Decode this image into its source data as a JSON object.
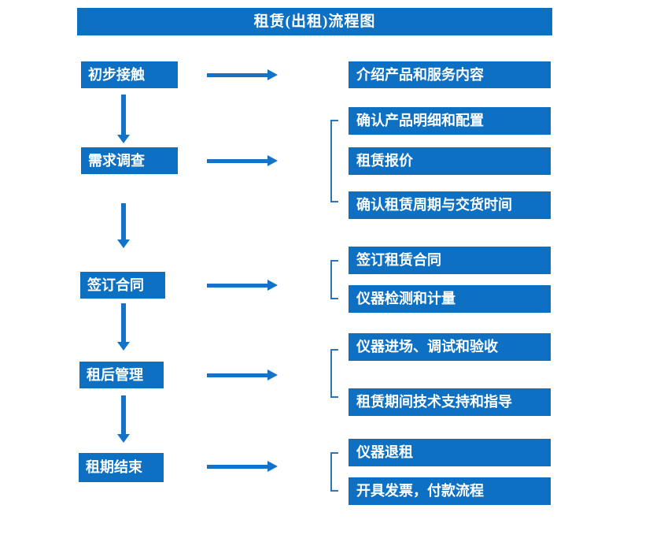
{
  "title": "租赁(出租)流程图",
  "colors": {
    "box_blue": "#0d70c2",
    "arrow_blue": "#1373cb",
    "bracket_blue": "#2e75b6",
    "text_white": "#ffffff"
  },
  "steps": [
    {
      "label": "初步接触",
      "outputs": [
        "介绍产品和服务内容"
      ]
    },
    {
      "label": "需求调查",
      "outputs": [
        "确认产品明细和配置",
        "租赁报价",
        "确认租赁周期与交货时间"
      ]
    },
    {
      "label": "签订合同",
      "outputs": [
        "签订租赁合同",
        "仪器检测和计量"
      ]
    },
    {
      "label": "租后管理",
      "outputs": [
        "仪器进场、调试和验收",
        "租赁期间技术支持和指导"
      ]
    },
    {
      "label": "租期结束",
      "outputs": [
        "仪器退租",
        "开具发票，付款流程"
      ]
    }
  ]
}
